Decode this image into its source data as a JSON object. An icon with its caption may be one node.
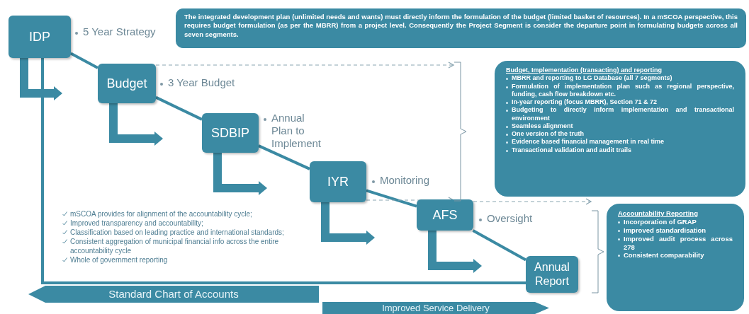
{
  "diagram": {
    "nodes": [
      {
        "text": [
          "IDP"
        ],
        "beside": [
          "5 Year Strategy"
        ]
      },
      {
        "text": [
          "Budget"
        ],
        "beside": [
          "3 Year Budget"
        ]
      },
      {
        "text": [
          "SDBIP"
        ],
        "beside": [
          "Annual Plan to Implement"
        ]
      },
      {
        "text": [
          "IYR"
        ],
        "beside": [
          "Monitoring"
        ]
      },
      {
        "text": [
          "AFS"
        ],
        "beside": [
          "Oversight"
        ]
      },
      {
        "text": [
          "Annual Report"
        ]
      },
      {
        "text": [
          "The integrated development plan (unlimited needs and wants) must directly inform the formulation of the budget (limited basket of resources). In a mSCOA perspective, this requires budget formulation (as per the MBRR) from a project level. Consequently the Project Segment is consider the departure point in formulating budgets across all seven segments."
        ]
      },
      {
        "text": [
          "Budget, Implementation (transacting) and reporting",
          "MBRR and reporting to LG Database (all 7 segments)",
          "Formulation of implementation plan such as regional perspective, funding, cash flow breakdown etc.",
          "In-year reporting (focus MBRR), Section 71 & 72",
          "Budgeting to directly inform implementation and transactional environment",
          "Seamless alignment",
          "One version of the truth",
          "Evidence based financial management in real time",
          "Transactional validation and audit trails"
        ]
      },
      {
        "text": [
          "Accountability Reporting",
          "Incorporation of GRAP",
          "Improved standardisation",
          "Improved audit process across 278",
          "Consistent comparability"
        ]
      },
      {
        "text": [
          "Standard Chart of Accounts"
        ]
      },
      {
        "text": [
          "Improved Service Delivery"
        ]
      },
      {
        "text": [],
        "shape": "bracket"
      },
      {
        "text": [],
        "shape": "bracket"
      }
    ],
    "edges": [
      {
        "from": 0,
        "to": 1,
        "arrow": "none"
      },
      {
        "from": 1,
        "to": 2,
        "arrow": "none"
      },
      {
        "from": 2,
        "to": 3,
        "arrow": "none"
      },
      {
        "from": 3,
        "to": 4,
        "arrow": "none"
      },
      {
        "from": 4,
        "to": 5,
        "arrow": "none"
      },
      {
        "from": 5,
        "to": 0,
        "arrow": "none"
      },
      {
        "from": 1,
        "to": 11,
        "arrow": "to",
        "style": "dashed"
      },
      {
        "from": 3,
        "to": 11,
        "arrow": "to",
        "style": "dashed"
      },
      {
        "from": 4,
        "to": 12,
        "arrow": "to",
        "style": "dashed"
      },
      {
        "from": 0,
        "to": null,
        "arrow": "to",
        "style": "thick"
      },
      {
        "from": 1,
        "to": null,
        "arrow": "to",
        "style": "thick"
      },
      {
        "from": 2,
        "to": null,
        "arrow": "to",
        "style": "thick"
      },
      {
        "from": 3,
        "to": null,
        "arrow": "to",
        "style": "thick"
      },
      {
        "from": 4,
        "to": null,
        "arrow": "to",
        "style": "thick"
      }
    ],
    "labels": [
      "mSCOA provides for alignment of the accountability cycle;",
      "Improved transparency and accountability;",
      "Classification based on leading practice and international standards;",
      "Consistent aggregation of municipal financial info across the entire accountability cycle",
      "Whole of government reporting"
    ]
  }
}
